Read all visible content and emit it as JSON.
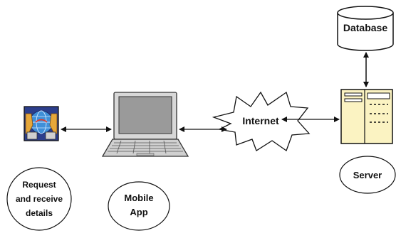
{
  "nodes": {
    "database": {
      "label": "Database"
    },
    "internet": {
      "label": "Internet"
    },
    "server": {
      "label": "Server"
    },
    "mobile_app": {
      "lines": [
        "Mobile",
        "App"
      ]
    },
    "request": {
      "lines": [
        "Request",
        "and receive",
        "details"
      ]
    }
  },
  "colors": {
    "stroke": "#111111",
    "laptop_body": "#d8d8d8",
    "laptop_screen": "#9a9a9a",
    "server_fill": "#fbf3c2",
    "web_icon_bg": "#2c3e8c",
    "web_icon_globe": "#3f8fd8",
    "web_icon_hands": "#e6a73a"
  },
  "icons": {
    "web_service": "globe-handshake-icon",
    "laptop": "laptop-icon",
    "cloud": "starburst-cloud-icon",
    "server": "server-tower-icon",
    "database": "database-cylinder-icon"
  }
}
